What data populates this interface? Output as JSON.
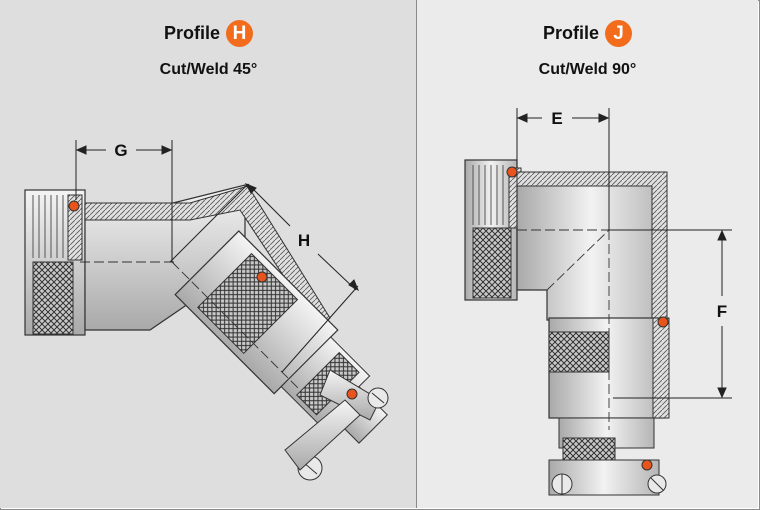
{
  "profiles": [
    {
      "label": "Profile",
      "badge": "H",
      "subtitle": "Cut/Weld 45°",
      "dims": {
        "a": "G",
        "b": "H"
      }
    },
    {
      "label": "Profile",
      "badge": "J",
      "subtitle": "Cut/Weld 90°",
      "dims": {
        "a": "E",
        "b": "F"
      }
    }
  ],
  "colors": {
    "accent": "#f26c1c",
    "panel_left": "#dedede",
    "panel_right": "#ebebeb"
  }
}
